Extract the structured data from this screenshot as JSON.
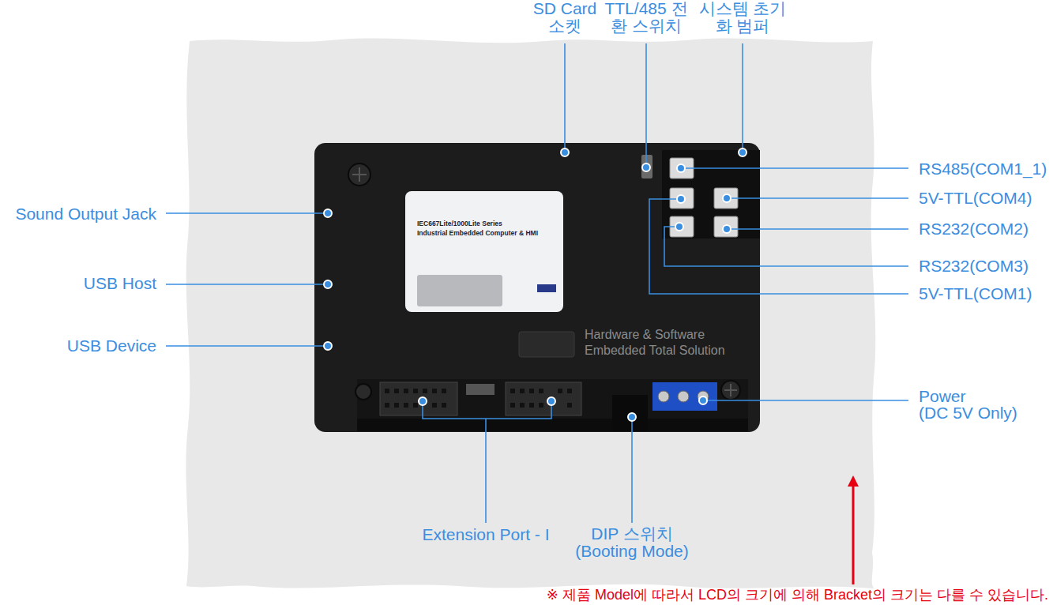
{
  "diagram": {
    "labels": [
      "SD Card 소켓",
      "TTL/485 전환 스위치",
      "시스템 초기화 범퍼",
      "Sound Output Jack",
      "USB Host",
      "USB Device",
      "RS485(COM1_1)",
      "5V-TTL(COM4)",
      "RS232(COM2)",
      "RS232(COM3)",
      "5V-TTL(COM1)",
      "Power",
      "(DC 5V Only)",
      "Extension Port - I",
      "DIP 스위치 (Booting Mode)",
      "※ 제품 Model에 따라서 LCD의 크기에 의해 Bracket의 크기는 다를 수 있습니다.",
      "IEC667Lite/1000Lite Series",
      "Industrial Embedded Computer & HMI",
      "Hardware & Software",
      "Embedded Total Solution"
    ]
  }
}
